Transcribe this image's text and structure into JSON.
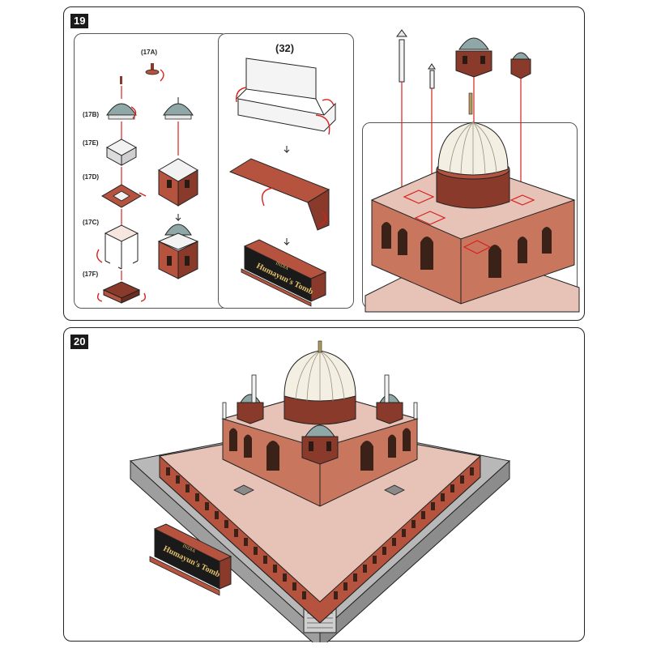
{
  "steps": [
    {
      "number": "19",
      "left_panel": {
        "labels": [
          "(17A)",
          "(17B)",
          "(17E)",
          "(17D)",
          "(17C)",
          "(17F)"
        ]
      },
      "middle_panel": {
        "title": "(32)"
      },
      "right_panel": {}
    },
    {
      "number": "20"
    }
  ],
  "plaque": {
    "line1": "INDIA",
    "line2": "Humayun's Tomb"
  },
  "colors": {
    "red_brick": "#b5533f",
    "dark_brick": "#8a3a2a",
    "dome_white": "#f3efe2",
    "pink_floor": "#e7c2b6",
    "stone_grey": "#b8b8b8",
    "arrow_red": "#d8201c",
    "plaque_black": "#1a1a1a"
  }
}
